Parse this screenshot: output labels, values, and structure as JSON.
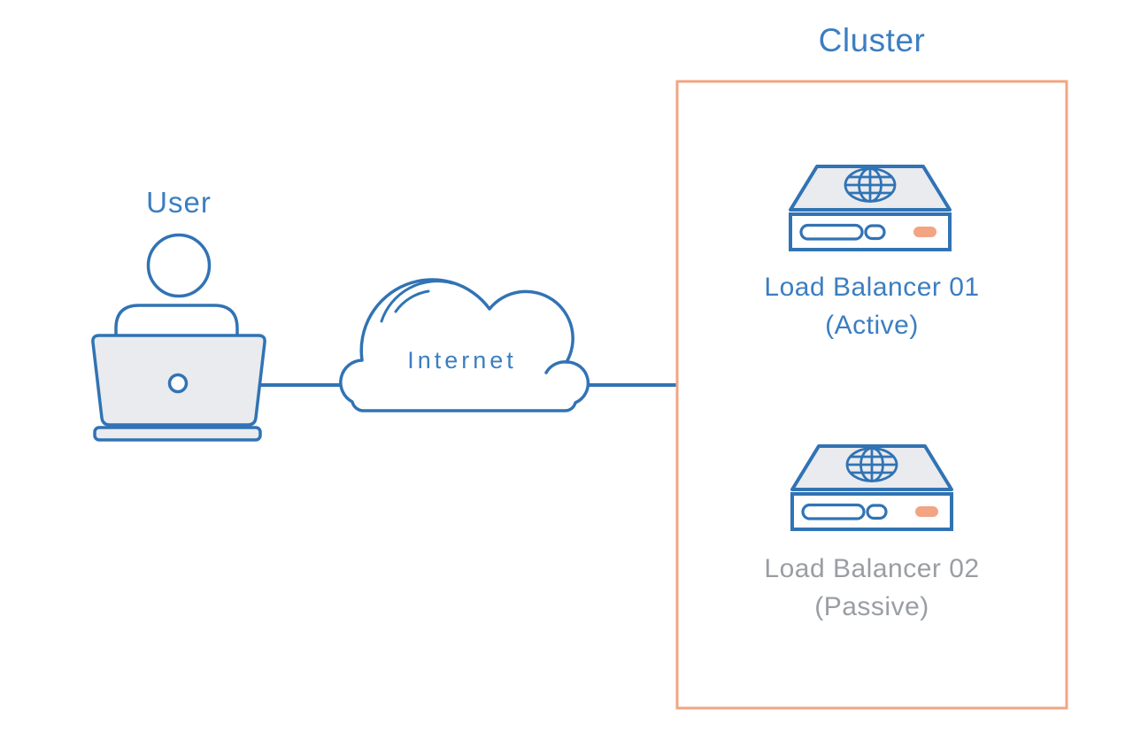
{
  "diagram": {
    "user": {
      "label": "User"
    },
    "internet": {
      "label": "Internet"
    },
    "connections": [
      {
        "from": "User",
        "to": "Internet"
      },
      {
        "from": "Internet",
        "to": "Cluster"
      }
    ],
    "cluster": {
      "title": "Cluster",
      "nodes": [
        {
          "name": "Load Balancer 01",
          "state": "(Active)",
          "status": "active"
        },
        {
          "name": "Load Balancer 02",
          "state": "(Passive)",
          "status": "passive"
        }
      ]
    },
    "icons": {
      "user": "person-at-laptop-icon",
      "internet": "cloud-icon",
      "load_balancer": "server-with-globe-icon"
    },
    "colors": {
      "blue": "#3173b4",
      "blue_text": "#3b7ec1",
      "gray_text": "#9a9ea3",
      "orange": "#f2a483",
      "light_fill": "#e9ebef"
    }
  }
}
